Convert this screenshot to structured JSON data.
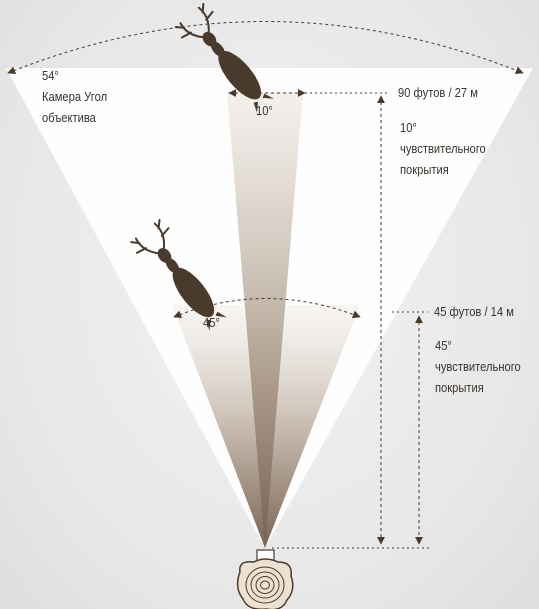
{
  "camera_angle": {
    "degrees": "54°",
    "line1": "Камера Угол",
    "line2": "объектива"
  },
  "far_zone": {
    "angle": "10°",
    "distance": "90 футов / 27 м",
    "coverage_degrees": "10°",
    "coverage_line1": "чувствительного",
    "coverage_line2": "покрытия"
  },
  "near_zone": {
    "angle": "45°",
    "distance": "45 футов / 14 м",
    "coverage_degrees": "45°",
    "coverage_line1": "чувствительного",
    "coverage_line2": "покрытия"
  },
  "colors": {
    "camera_fov": "#ffffff",
    "sensor_beam_dark": "#7a6352",
    "sensor_beam_light": "#e8e1da",
    "deer": "#4a3a2c",
    "arrow": "#4a3a2c"
  }
}
